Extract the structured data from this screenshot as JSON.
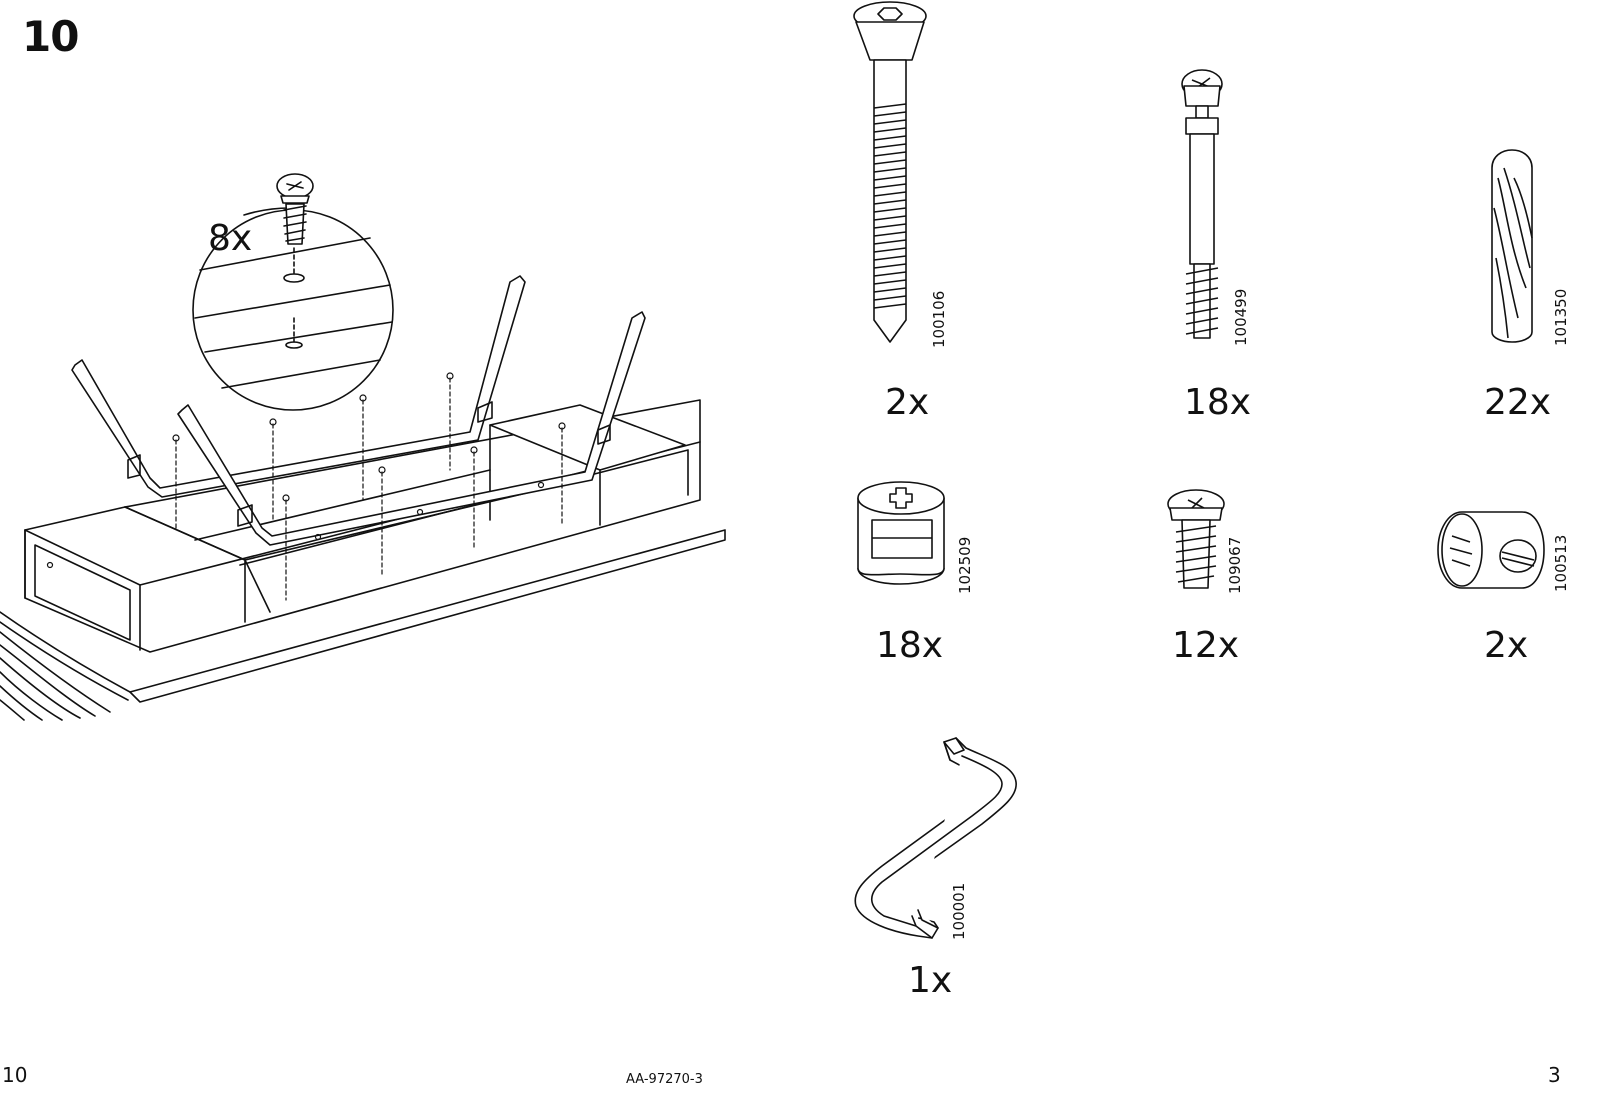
{
  "step": {
    "number": "10",
    "detail_quantity": "8x"
  },
  "parts": [
    {
      "code": "100106",
      "quantity": "2x",
      "icon": "countersunk-bolt-icon"
    },
    {
      "code": "100499",
      "quantity": "18x",
      "icon": "cam-dowel-icon"
    },
    {
      "code": "101350",
      "quantity": "22x",
      "icon": "wooden-dowel-icon"
    },
    {
      "code": "102509",
      "quantity": "18x",
      "icon": "cam-lock-icon"
    },
    {
      "code": "109067",
      "quantity": "12x",
      "icon": "pan-head-screw-icon"
    },
    {
      "code": "100513",
      "quantity": "2x",
      "icon": "barrel-nut-icon"
    },
    {
      "code": "100001",
      "quantity": "1x",
      "icon": "allen-key-icon"
    }
  ],
  "footer": {
    "left_page": "10",
    "document_code": "AA-97270-3",
    "right_page": "3"
  }
}
